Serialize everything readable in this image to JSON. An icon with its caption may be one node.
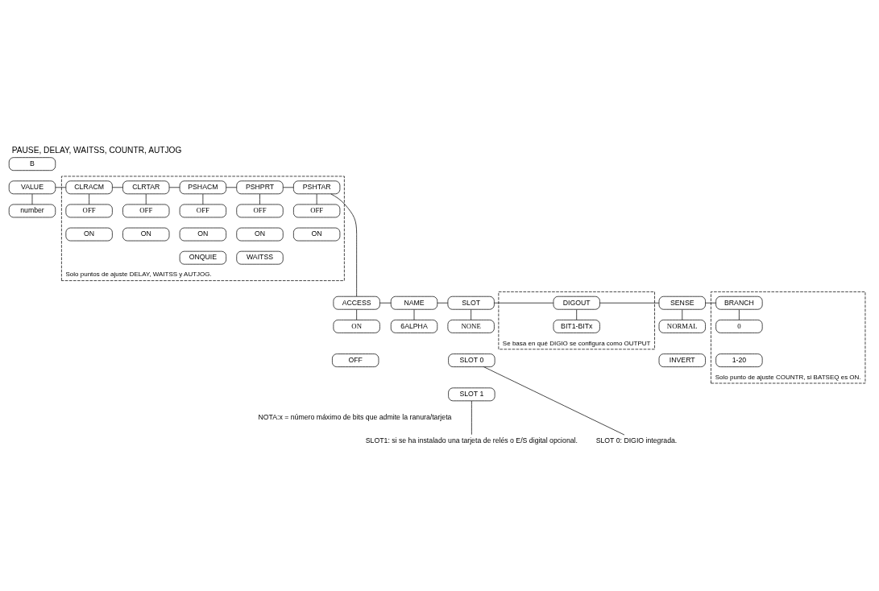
{
  "diagram": {
    "title": "PAUSE, DELAY, WAITSS, COUNTR, AUTJOG",
    "nodes": [
      {
        "text": [
          "B"
        ]
      },
      {
        "text": [
          "VALUE"
        ]
      },
      {
        "text": [
          "number"
        ]
      },
      {
        "text": [
          "Solo puntos de ajuste DELAY, WAITSS y AUTJOG."
        ]
      },
      {
        "text": [
          "CLRACM"
        ],
        "in": 3
      },
      {
        "text": [
          "OFF"
        ],
        "in": 3
      },
      {
        "text": [
          "ON"
        ],
        "in": 3
      },
      {
        "text": [
          "CLRTAR"
        ],
        "in": 3
      },
      {
        "text": [
          "OFF"
        ],
        "in": 3
      },
      {
        "text": [
          "ON"
        ],
        "in": 3
      },
      {
        "text": [
          "PSHACM"
        ],
        "in": 3
      },
      {
        "text": [
          "OFF"
        ],
        "in": 3
      },
      {
        "text": [
          "ON"
        ],
        "in": 3
      },
      {
        "text": [
          "ONQUIE"
        ],
        "in": 3
      },
      {
        "text": [
          "PSHPRT"
        ],
        "in": 3
      },
      {
        "text": [
          "OFF"
        ],
        "in": 3
      },
      {
        "text": [
          "ON"
        ],
        "in": 3
      },
      {
        "text": [
          "WAITSS"
        ],
        "in": 3
      },
      {
        "text": [
          "PSHTAR"
        ],
        "in": 3
      },
      {
        "text": [
          "OFF"
        ],
        "in": 3
      },
      {
        "text": [
          "ON"
        ],
        "in": 3
      },
      {
        "text": [
          "ACCESS"
        ]
      },
      {
        "text": [
          "ON"
        ]
      },
      {
        "text": [
          "OFF"
        ]
      },
      {
        "text": [
          "NAME"
        ]
      },
      {
        "text": [
          "6ALPHA"
        ]
      },
      {
        "text": [
          "SLOT"
        ]
      },
      {
        "text": [
          "NONE"
        ]
      },
      {
        "text": [
          "SLOT 0"
        ]
      },
      {
        "text": [
          "SLOT 1"
        ]
      },
      {
        "text": [
          "Se basa en qué DIGIO se configura como OUTPUT"
        ]
      },
      {
        "text": [
          "DIGOUT"
        ],
        "in": 30
      },
      {
        "text": [
          "BIT1-BITx"
        ],
        "in": 30
      },
      {
        "text": [
          "SENSE"
        ]
      },
      {
        "text": [
          "NORMAL"
        ]
      },
      {
        "text": [
          "INVERT"
        ]
      },
      {
        "text": [
          "Solo punto de ajuste COUNTR, si BATSEQ es ON."
        ]
      },
      {
        "text": [
          "BRANCH"
        ],
        "in": 36
      },
      {
        "text": [
          "0"
        ],
        "in": 36
      },
      {
        "text": [
          "1-20"
        ],
        "in": 36
      },
      {
        "text": [
          "SLOT1: si se ha instalado una tarjeta de relés o E/S digital opcional."
        ]
      },
      {
        "text": [
          "SLOT 0: DIGIO integrada."
        ]
      }
    ],
    "edges": [
      {
        "from": 1,
        "to": 2,
        "arrow": "none"
      },
      {
        "from": 1,
        "to": 4,
        "arrow": "none"
      },
      {
        "from": 4,
        "to": 5,
        "arrow": "none"
      },
      {
        "from": 4,
        "to": 7,
        "arrow": "none"
      },
      {
        "from": 7,
        "to": 8,
        "arrow": "none"
      },
      {
        "from": 7,
        "to": 10,
        "arrow": "none"
      },
      {
        "from": 10,
        "to": 11,
        "arrow": "none"
      },
      {
        "from": 10,
        "to": 14,
        "arrow": "none"
      },
      {
        "from": 14,
        "to": 15,
        "arrow": "none"
      },
      {
        "from": 14,
        "to": 18,
        "arrow": "none"
      },
      {
        "from": 18,
        "to": 19,
        "arrow": "none"
      },
      {
        "from": 18,
        "to": 21,
        "arrow": "none"
      },
      {
        "from": 21,
        "to": 22,
        "arrow": "none"
      },
      {
        "from": 21,
        "to": 24,
        "arrow": "none"
      },
      {
        "from": 24,
        "to": 25,
        "arrow": "none"
      },
      {
        "from": 24,
        "to": 26,
        "arrow": "none"
      },
      {
        "from": 26,
        "to": 27,
        "arrow": "none"
      },
      {
        "from": 26,
        "to": 31,
        "arrow": "none"
      },
      {
        "from": 31,
        "to": 32,
        "arrow": "none"
      },
      {
        "from": 31,
        "to": 33,
        "arrow": "none"
      },
      {
        "from": 33,
        "to": 34,
        "arrow": "none"
      },
      {
        "from": 33,
        "to": 37,
        "arrow": "none"
      },
      {
        "from": 37,
        "to": 38,
        "arrow": "none"
      },
      {
        "from": 29,
        "to": 40,
        "arrow": "none"
      },
      {
        "from": 28,
        "to": 41,
        "arrow": "none"
      }
    ],
    "labels": [
      "NOTA:x = número máximo de bits que admite la ranura/tarjeta"
    ]
  }
}
